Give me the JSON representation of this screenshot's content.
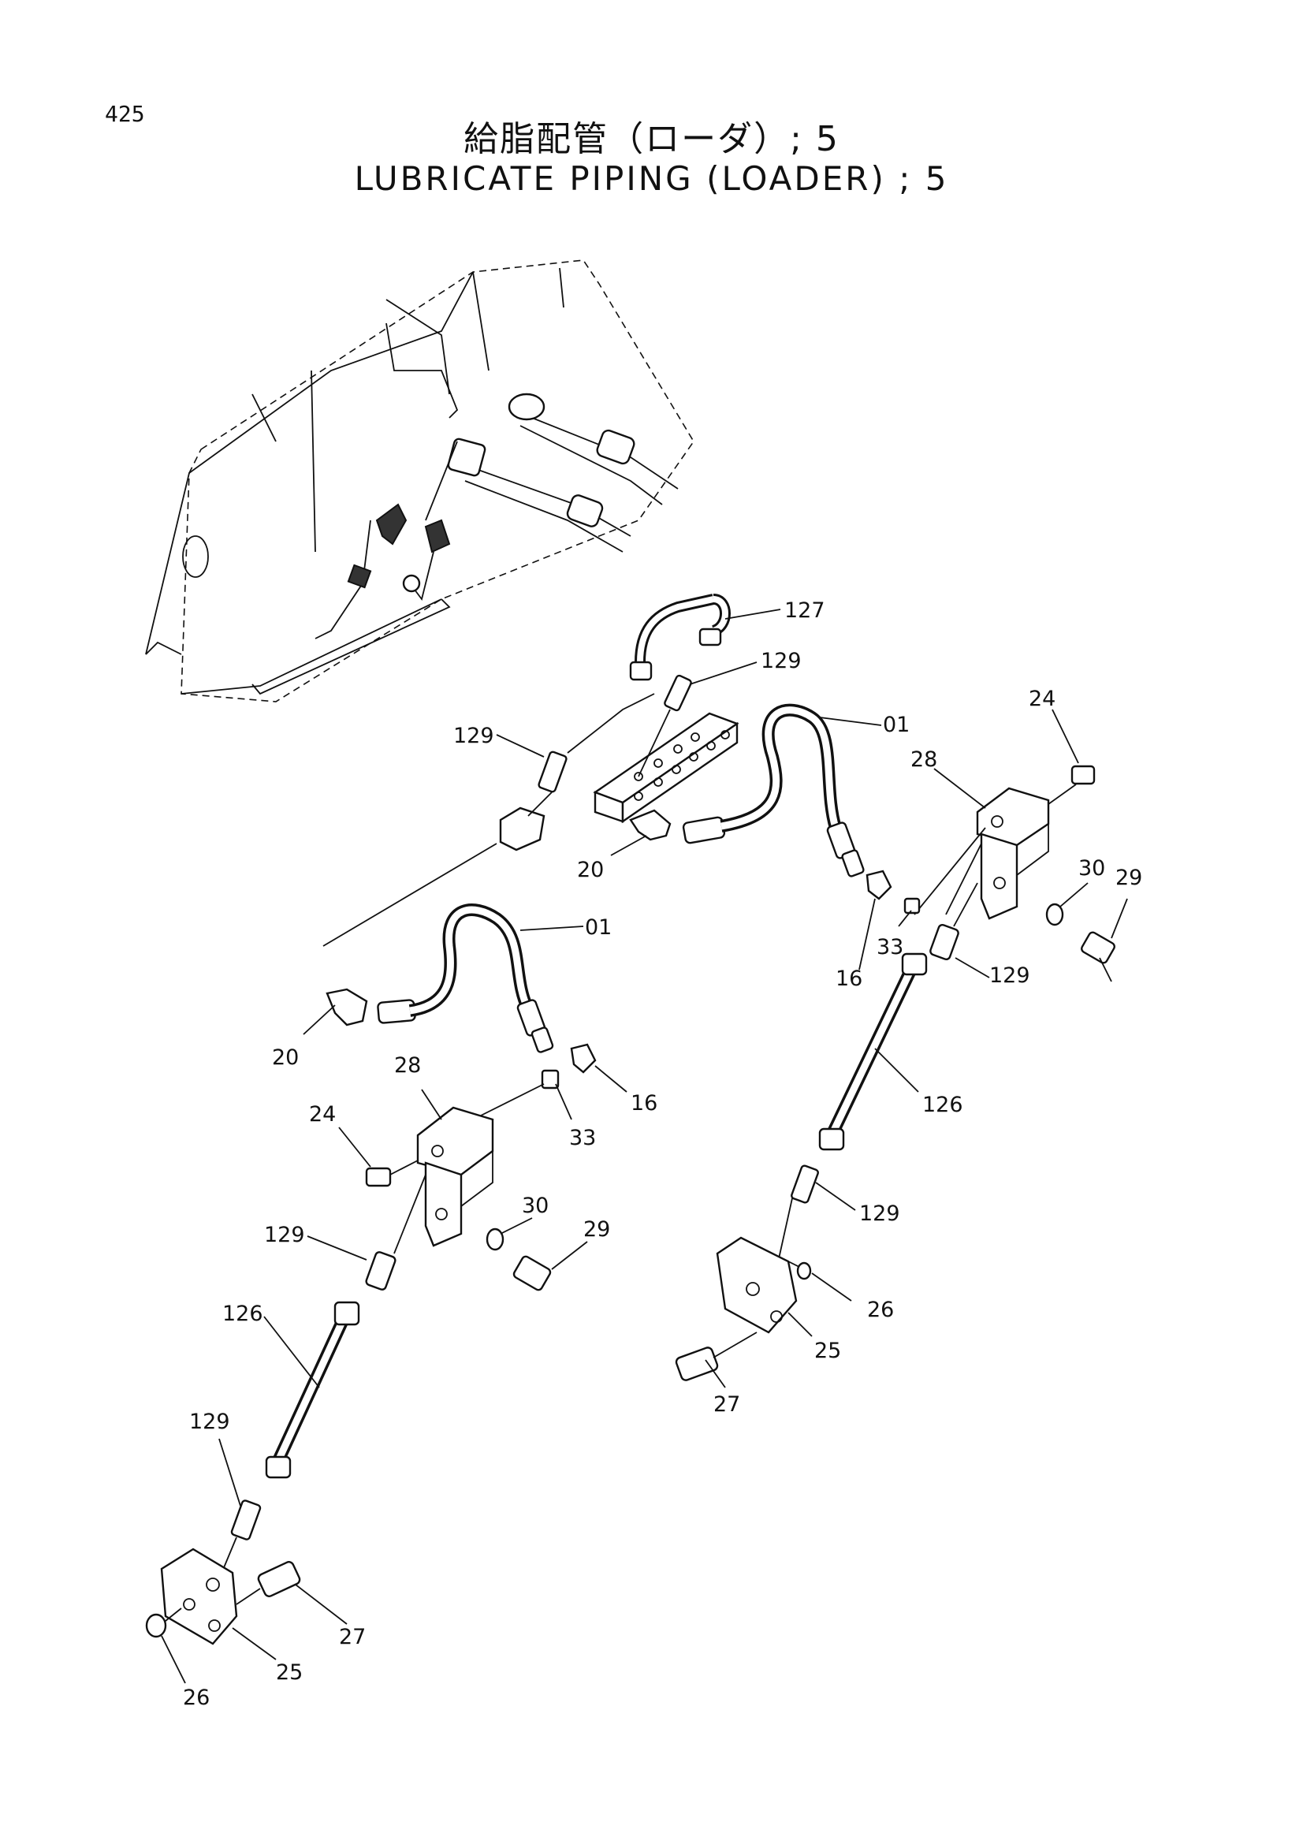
{
  "page_number": "425",
  "title_ja": "給脂配管（ローダ）; 5",
  "title_en": "LUBRICATE PIPING (LOADER) ; 5",
  "part_labels": [
    {
      "id": "l127",
      "text": "127"
    },
    {
      "id": "l129a",
      "text": "129"
    },
    {
      "id": "l129b",
      "text": "129"
    },
    {
      "id": "l01a",
      "text": "01"
    },
    {
      "id": "l24a",
      "text": "24"
    },
    {
      "id": "l28a",
      "text": "28"
    },
    {
      "id": "l20a",
      "text": "20"
    },
    {
      "id": "l30a",
      "text": "30"
    },
    {
      "id": "l29a",
      "text": "29"
    },
    {
      "id": "l16a",
      "text": "16"
    },
    {
      "id": "l33a",
      "text": "33"
    },
    {
      "id": "l129c",
      "text": "129"
    },
    {
      "id": "l01b",
      "text": "01"
    },
    {
      "id": "l20b",
      "text": "20"
    },
    {
      "id": "l28b",
      "text": "28"
    },
    {
      "id": "l16b",
      "text": "16"
    },
    {
      "id": "l33b",
      "text": "33"
    },
    {
      "id": "l24b",
      "text": "24"
    },
    {
      "id": "l126a",
      "text": "126"
    },
    {
      "id": "l30b",
      "text": "30"
    },
    {
      "id": "l29b",
      "text": "29"
    },
    {
      "id": "l129d",
      "text": "129"
    },
    {
      "id": "l129e",
      "text": "129"
    },
    {
      "id": "l26a",
      "text": "26"
    },
    {
      "id": "l25a",
      "text": "25"
    },
    {
      "id": "l126b",
      "text": "126"
    },
    {
      "id": "l27a",
      "text": "27"
    },
    {
      "id": "l129f",
      "text": "129"
    },
    {
      "id": "l27b",
      "text": "27"
    },
    {
      "id": "l25b",
      "text": "25"
    },
    {
      "id": "l26b",
      "text": "26"
    }
  ]
}
